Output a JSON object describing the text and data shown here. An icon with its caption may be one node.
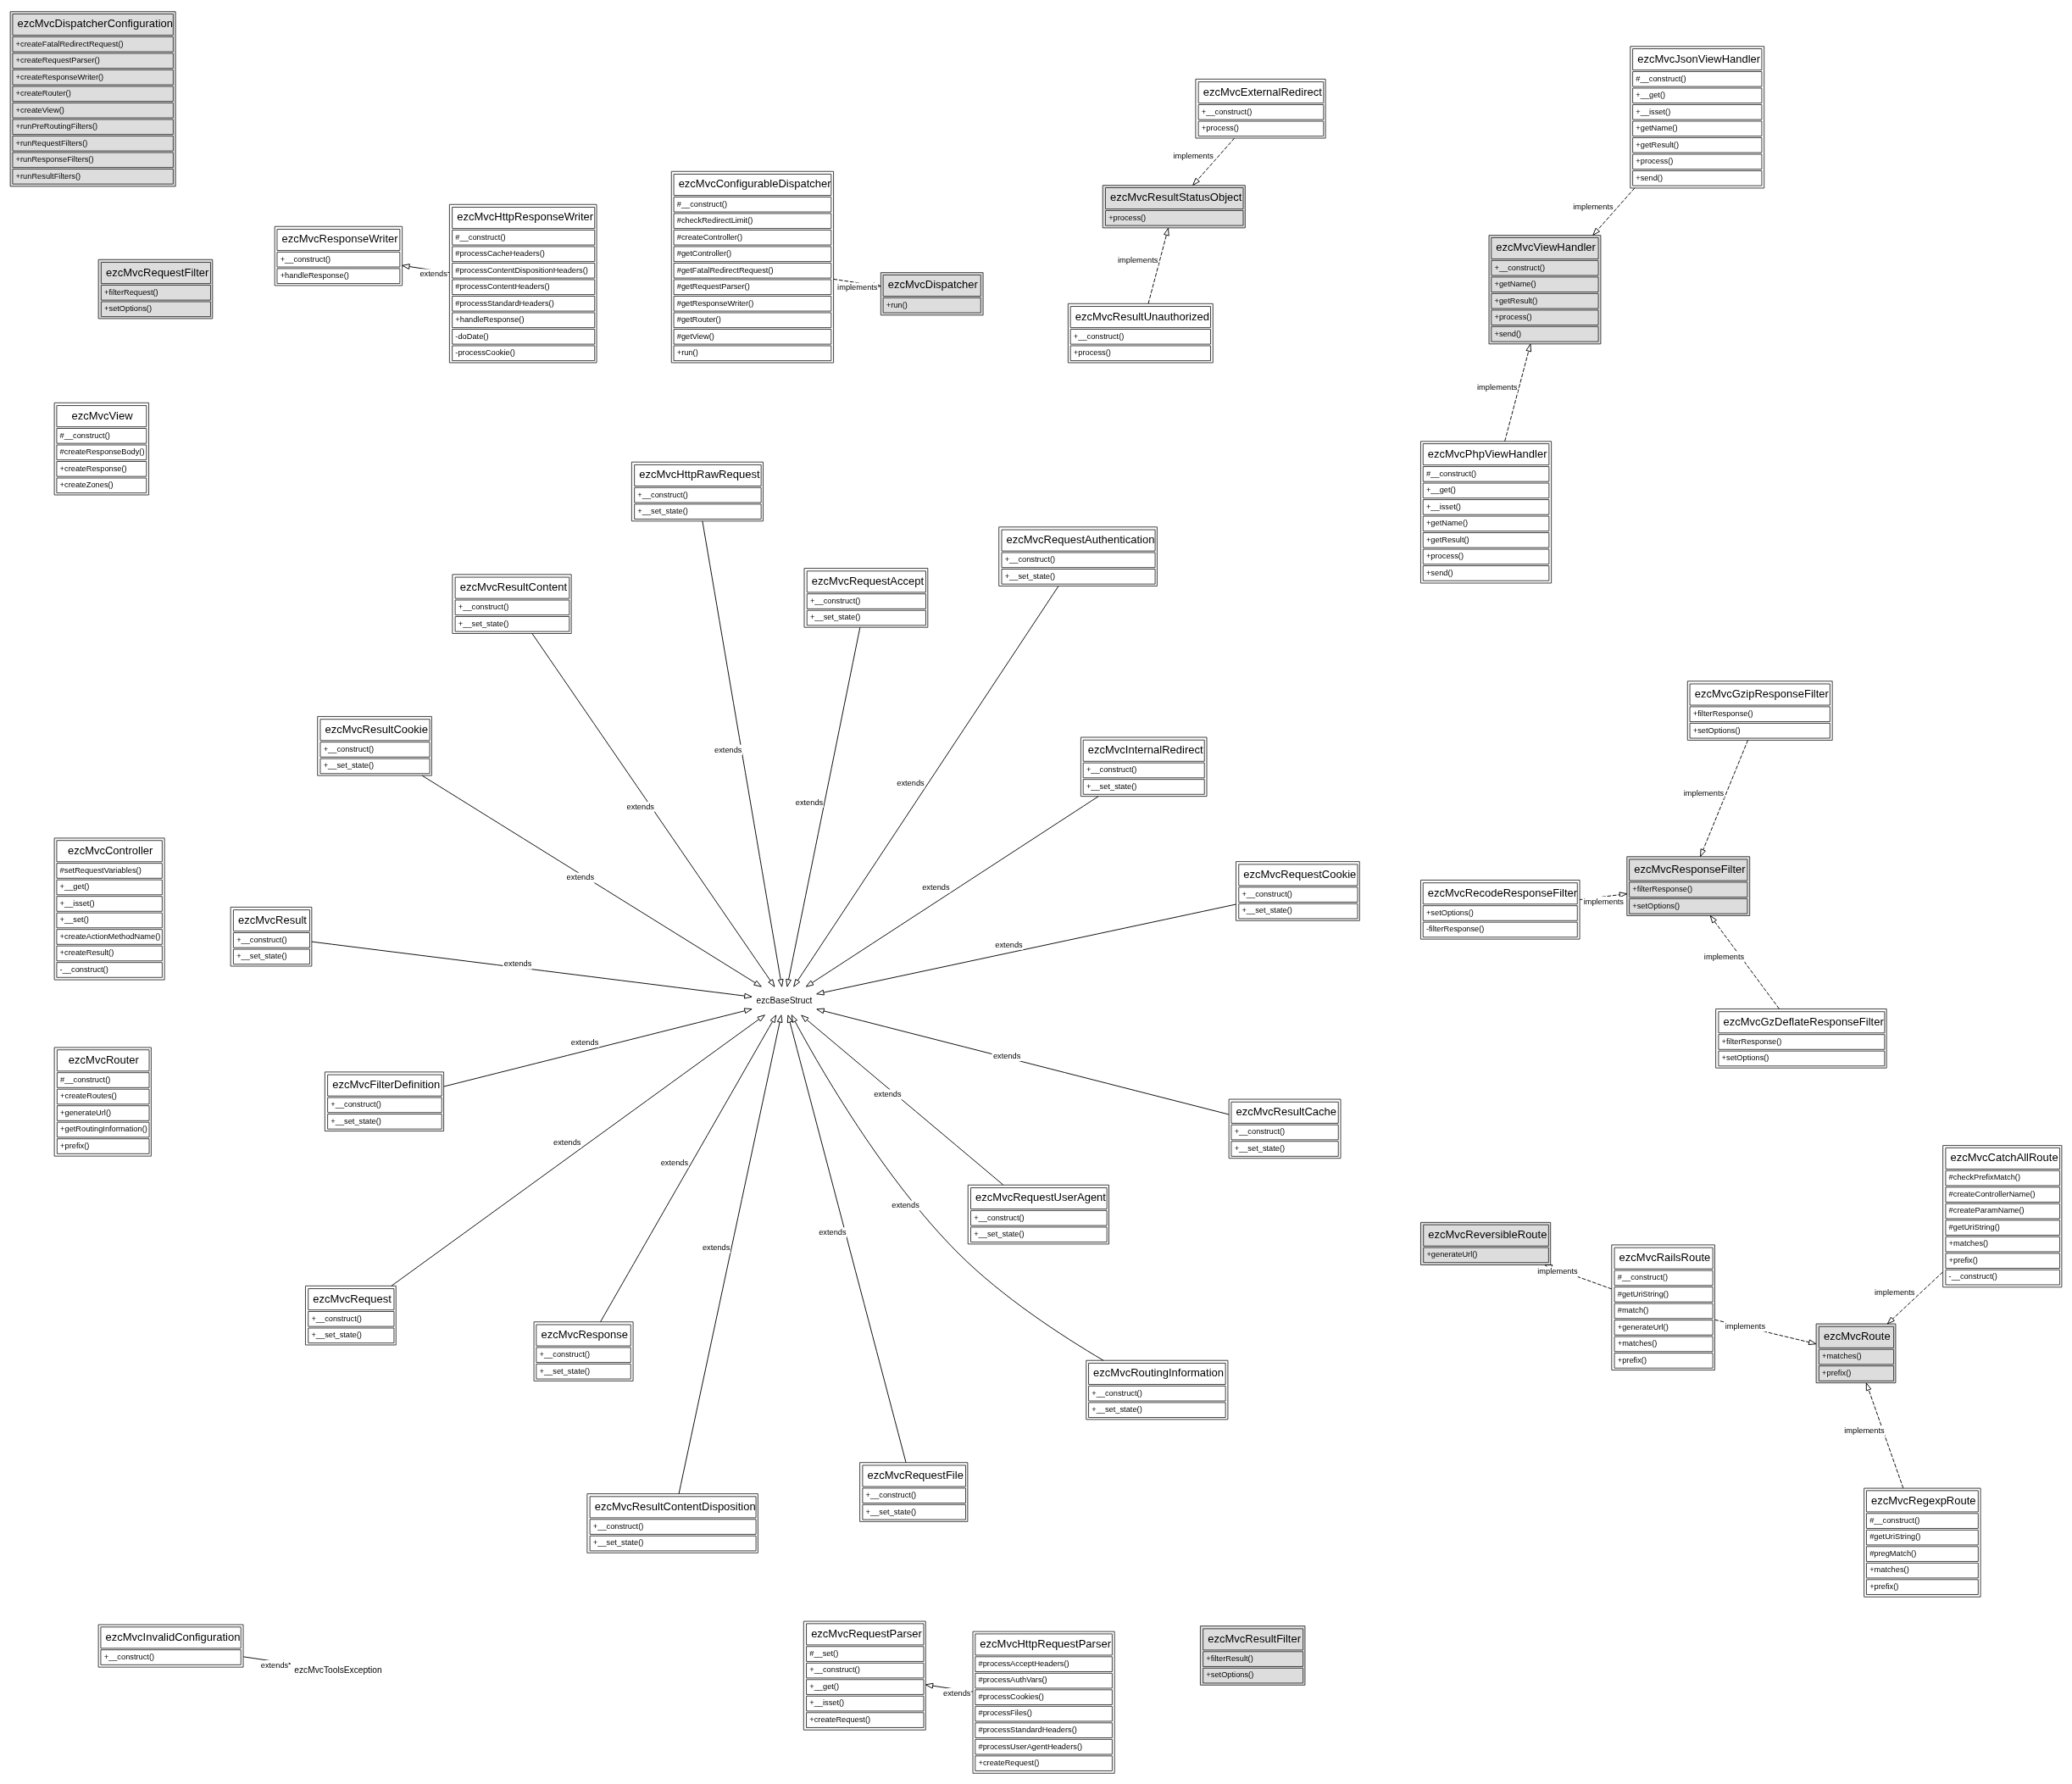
{
  "diagram": {
    "nodes": [
      {
        "text": [
          "ezcMvcDispatcherConfiguration",
          "+createFatalRedirectRequest()",
          "+createRequestParser()",
          "+createResponseWriter()",
          "+createRouter()",
          "+createView()",
          "+runPreRoutingFilters()",
          "+runRequestFilters()",
          "+runResponseFilters()",
          "+runResultFilters()"
        ]
      },
      {
        "text": [
          "ezcMvcRailsRoute",
          "#__construct()",
          "#getUriString()",
          "#match()",
          "+generateUrl()",
          "+matches()",
          "+prefix()"
        ]
      },
      {
        "text": [
          "ezcMvcRegexpRoute",
          "#__construct()",
          "#getUriString()",
          "#pregMatch()",
          "+matches()",
          "+prefix()"
        ]
      },
      {
        "text": [
          "ezcMvcRoute",
          "+matches()",
          "+prefix()"
        ]
      },
      {
        "text": [
          "ezcMvcReversibleRoute",
          "+generateUrl()"
        ]
      },
      {
        "text": [
          "ezcMvcCatchAllRoute",
          "#checkPrefixMatch()",
          "#createControllerName()",
          "#createParamName()",
          "#getUriString()",
          "+matches()",
          "+prefix()",
          "-__construct()"
        ]
      },
      {
        "text": [
          "ezcMvcInvalidConfiguration",
          "+__construct()"
        ]
      },
      {
        "text": [
          "ezcMvcToolsException"
        ]
      },
      {
        "text": [
          "ezcMvcController",
          "#setRequestVariables()",
          "+__get()",
          "+__isset()",
          "+__set()",
          "+createActionMethodName()",
          "+createResult()",
          "-__construct()"
        ]
      },
      {
        "text": [
          "ezcMvcRecodeResponseFilter",
          "+setOptions()",
          "-filterResponse()"
        ]
      },
      {
        "text": [
          "ezcMvcResultFilter",
          "+filterResult()",
          "+setOptions()"
        ]
      },
      {
        "text": [
          "ezcMvcResponseFilter",
          "+filterResponse()",
          "+setOptions()"
        ]
      },
      {
        "text": [
          "ezcMvcGzDeflateResponseFilter",
          "+filterResponse()",
          "+setOptions()"
        ]
      },
      {
        "text": [
          "ezcMvcGzipResponseFilter",
          "+filterResponse()",
          "+setOptions()"
        ]
      },
      {
        "text": [
          "ezcMvcResult",
          "+__construct()",
          "+__set_state()"
        ]
      },
      {
        "text": [
          "ezcMvcInternalRedirect",
          "+__construct()",
          "+__set_state()"
        ]
      },
      {
        "text": [
          "ezcMvcResultContentDisposition",
          "+__construct()",
          "+__set_state()"
        ]
      },
      {
        "text": [
          "ezcMvcResultContent",
          "+__construct()",
          "+__set_state()"
        ]
      },
      {
        "text": [
          "ezcMvcConfigurableDispatcher",
          "#__construct()",
          "#checkRedirectLimit()",
          "#createController()",
          "#getController()",
          "#getFatalRedirectRequest()",
          "#getRequestParser()",
          "#getResponseWriter()",
          "#getRouter()",
          "#getView()",
          "+run()"
        ]
      },
      {
        "text": [
          "ezcMvcDispatcher",
          "+run()"
        ]
      },
      {
        "text": [
          "ezcMvcRequestFilter",
          "+filterRequest()",
          "+setOptions()"
        ]
      },
      {
        "text": [
          "ezcMvcRequestAccept",
          "+__construct()",
          "+__set_state()"
        ]
      },
      {
        "text": [
          "ezcBaseStruct"
        ]
      },
      {
        "text": [
          "ezcMvcRequest",
          "+__construct()",
          "+__set_state()"
        ]
      },
      {
        "text": [
          "ezcMvcResultCache",
          "+__construct()",
          "+__set_state()"
        ]
      },
      {
        "text": [
          "ezcMvcFilterDefinition",
          "+__construct()",
          "+__set_state()"
        ]
      },
      {
        "text": [
          "ezcMvcRequestParser",
          "#__set()",
          "+__construct()",
          "+__get()",
          "+__isset()",
          "+createRequest()"
        ]
      },
      {
        "text": [
          "ezcMvcHttpRequestParser",
          "#processAcceptHeaders()",
          "#processAuthVars()",
          "#processCookies()",
          "#processFiles()",
          "#processStandardHeaders()",
          "#processUserAgentHeaders()",
          "+createRequest()"
        ]
      },
      {
        "text": [
          "ezcMvcRouter",
          "#__construct()",
          "+createRoutes()",
          "+generateUrl()",
          "+getRoutingInformation()",
          "+prefix()"
        ]
      },
      {
        "text": [
          "ezcMvcRequestFile",
          "+__construct()",
          "+__set_state()"
        ]
      },
      {
        "text": [
          "ezcMvcResponse",
          "+__construct()",
          "+__set_state()"
        ]
      },
      {
        "text": [
          "ezcMvcResultCookie",
          "+__construct()",
          "+__set_state()"
        ]
      },
      {
        "text": [
          "ezcMvcRequestCookie",
          "+__construct()",
          "+__set_state()"
        ]
      },
      {
        "text": [
          "ezcMvcRequestAuthentication",
          "+__construct()",
          "+__set_state()"
        ]
      },
      {
        "text": [
          "ezcMvcHttpRawRequest",
          "+__construct()",
          "+__set_state()"
        ]
      },
      {
        "text": [
          "ezcMvcRequestUserAgent",
          "+__construct()",
          "+__set_state()"
        ]
      },
      {
        "text": [
          "ezcMvcRoutingInformation",
          "+__construct()",
          "+__set_state()"
        ]
      },
      {
        "text": [
          "ezcMvcViewHandler",
          "+__construct()",
          "+getName()",
          "+getResult()",
          "+process()",
          "+send()"
        ]
      },
      {
        "text": [
          "ezcMvcJsonViewHandler",
          "#__construct()",
          "+__get()",
          "+__isset()",
          "+getName()",
          "+getResult()",
          "+process()",
          "+send()"
        ]
      },
      {
        "text": [
          "ezcMvcResultStatusObject",
          "+process()"
        ]
      },
      {
        "text": [
          "ezcMvcExternalRedirect",
          "+__construct()",
          "+process()"
        ]
      },
      {
        "text": [
          "ezcMvcResponseWriter",
          "+__construct()",
          "+handleResponse()"
        ]
      },
      {
        "text": [
          "ezcMvcHttpResponseWriter",
          "#__construct()",
          "#processCacheHeaders()",
          "#processContentDispositionHeaders()",
          "#processContentHeaders()",
          "#processStandardHeaders()",
          "+handleResponse()",
          "-doDate()",
          "-processCookie()"
        ]
      },
      {
        "text": [
          "ezcMvcPhpViewHandler",
          "#__construct()",
          "+__get()",
          "+__isset()",
          "+getName()",
          "+getResult()",
          "+process()",
          "+send()"
        ]
      },
      {
        "text": [
          "ezcMvcResultUnauthorized",
          "+__construct()",
          "+process()"
        ]
      },
      {
        "text": [
          "ezcMvcView",
          "#__construct()",
          "#createResponseBody()",
          "+createResponse()",
          "+createZones()"
        ]
      }
    ],
    "edges": [
      {
        "from": 1,
        "to": 3,
        "arrow": "to",
        "label": "implements",
        "style": "dashed"
      },
      {
        "from": 1,
        "to": 4,
        "arrow": "to",
        "label": "implements",
        "style": "dashed"
      },
      {
        "from": 2,
        "to": 3,
        "arrow": "to",
        "label": "implements",
        "style": "dashed"
      },
      {
        "from": 5,
        "to": 3,
        "arrow": "to",
        "label": "implements",
        "style": "dashed"
      },
      {
        "from": 6,
        "to": 7,
        "arrow": "to",
        "label": "extends"
      },
      {
        "from": 9,
        "to": 11,
        "arrow": "to",
        "label": "implements",
        "style": "dashed"
      },
      {
        "from": 12,
        "to": 11,
        "arrow": "to",
        "label": "implements",
        "style": "dashed"
      },
      {
        "from": 13,
        "to": 11,
        "arrow": "to",
        "label": "implements",
        "style": "dashed"
      },
      {
        "from": 18,
        "to": 19,
        "arrow": "to",
        "label": "implements",
        "style": "dashed"
      },
      {
        "from": 14,
        "to": 22,
        "arrow": "to",
        "label": "extends"
      },
      {
        "from": 15,
        "to": 22,
        "arrow": "to",
        "label": "extends"
      },
      {
        "from": 16,
        "to": 22,
        "arrow": "to",
        "label": "extends"
      },
      {
        "from": 17,
        "to": 22,
        "arrow": "to",
        "label": "extends"
      },
      {
        "from": 21,
        "to": 22,
        "arrow": "to",
        "label": "extends"
      },
      {
        "from": 23,
        "to": 22,
        "arrow": "to",
        "label": "extends"
      },
      {
        "from": 24,
        "to": 22,
        "arrow": "to",
        "label": "extends"
      },
      {
        "from": 25,
        "to": 22,
        "arrow": "to",
        "label": "extends"
      },
      {
        "from": 29,
        "to": 22,
        "arrow": "to",
        "label": "extends"
      },
      {
        "from": 30,
        "to": 22,
        "arrow": "to",
        "label": "extends"
      },
      {
        "from": 31,
        "to": 22,
        "arrow": "to",
        "label": "extends"
      },
      {
        "from": 32,
        "to": 22,
        "arrow": "to",
        "label": "extends"
      },
      {
        "from": 33,
        "to": 22,
        "arrow": "to",
        "label": "extends"
      },
      {
        "from": 34,
        "to": 22,
        "arrow": "to",
        "label": "extends"
      },
      {
        "from": 35,
        "to": 22,
        "arrow": "to",
        "label": "extends"
      },
      {
        "from": 36,
        "to": 22,
        "arrow": "to",
        "label": "extends"
      },
      {
        "from": 27,
        "to": 26,
        "arrow": "to",
        "label": "extends"
      },
      {
        "from": 38,
        "to": 37,
        "arrow": "to",
        "label": "implements",
        "style": "dashed"
      },
      {
        "from": 43,
        "to": 37,
        "arrow": "to",
        "label": "implements",
        "style": "dashed"
      },
      {
        "from": 40,
        "to": 39,
        "arrow": "to",
        "label": "implements",
        "style": "dashed"
      },
      {
        "from": 44,
        "to": 39,
        "arrow": "to",
        "label": "implements",
        "style": "dashed"
      },
      {
        "from": 42,
        "to": 41,
        "arrow": "to",
        "label": "extends"
      }
    ]
  }
}
